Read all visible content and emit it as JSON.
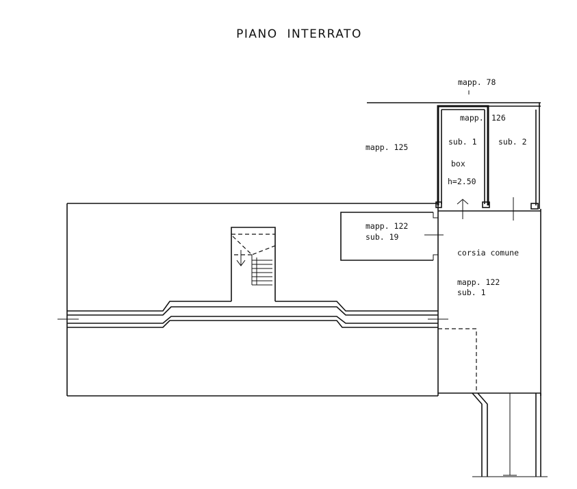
{
  "title": "PIANO  INTERRATO",
  "labels": {
    "mapp78": "mapp. 78",
    "mapp125": "mapp. 125",
    "mapp126_word": "mapp.",
    "mapp126_num": "126",
    "box_sub1": "sub. 1",
    "box_sub2": "sub. 2",
    "box": "box",
    "box_height": "h=2.50",
    "mapp122_sub19_a": "mapp. 122",
    "mapp122_sub19_b": "sub. 19",
    "corsia": "corsia comune",
    "mapp122_sub1_a": "mapp. 122",
    "mapp122_sub1_b": "sub. 1"
  }
}
